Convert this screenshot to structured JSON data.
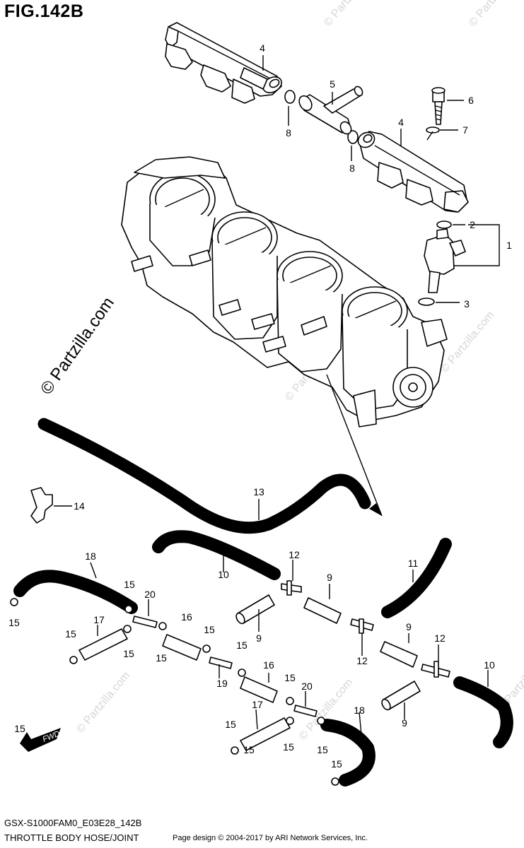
{
  "figure": {
    "title": "FIG.142B",
    "code": "GSX-S1000FAM0_E03E28_142B",
    "name": "THROTTLE BODY HOSE/JOINT",
    "credit": "Page design © 2004-2017 by ARI Network Services, Inc."
  },
  "watermark": {
    "main": "© Partzilla.com",
    "faint": "© Partzilla.com"
  },
  "direction_badge": "FWD",
  "callouts": [
    "1",
    "2",
    "3",
    "4",
    "4",
    "5",
    "6",
    "7",
    "8",
    "8",
    "9",
    "9",
    "9",
    "9",
    "10",
    "10",
    "11",
    "12",
    "12",
    "12",
    "13",
    "14",
    "15",
    "15",
    "15",
    "15",
    "15",
    "15",
    "15",
    "15",
    "15",
    "15",
    "15",
    "15",
    "15",
    "15",
    "16",
    "16",
    "17",
    "17",
    "18",
    "18",
    "19",
    "20",
    "20"
  ]
}
